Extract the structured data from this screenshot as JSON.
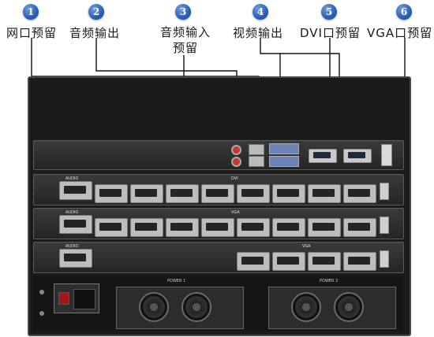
{
  "callouts": [
    {
      "num": "1",
      "label": "网口预留"
    },
    {
      "num": "2",
      "label": "音频输出"
    },
    {
      "num": "3",
      "label": "音频输入",
      "label2": "预留"
    },
    {
      "num": "4",
      "label": "视频输出"
    },
    {
      "num": "5",
      "label": "DVI口预留"
    },
    {
      "num": "6",
      "label": "VGA口预留"
    }
  ],
  "panels": {
    "row1_tag": "AUDIO",
    "row1_title": "DVI",
    "row2_tag": "AUDIO",
    "row2_title": "VGA",
    "row3_tag": "AUDIO",
    "row3_title": "VGA"
  },
  "power": {
    "psu1": "POWER 1",
    "psu2": "POWER 2"
  },
  "colors": {
    "badge": "#2a5db8",
    "leader_line": "#111111",
    "chassis": "#1b1b1b"
  }
}
